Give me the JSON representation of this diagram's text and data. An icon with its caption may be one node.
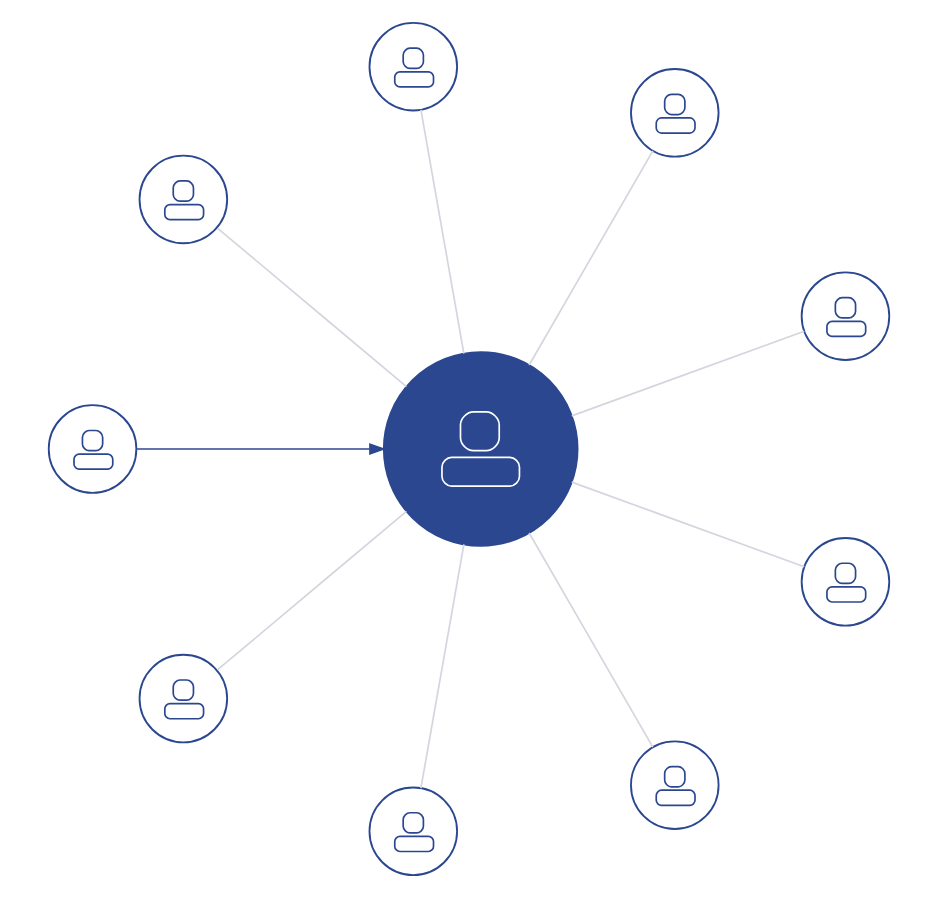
{
  "diagram": {
    "nodes": [
      {
        "text": [],
        "shape": "person"
      },
      {
        "text": [],
        "shape": "person"
      },
      {
        "text": [],
        "shape": "person"
      },
      {
        "text": [],
        "shape": "person"
      },
      {
        "text": [],
        "shape": "person"
      },
      {
        "text": [],
        "shape": "person"
      },
      {
        "text": [],
        "shape": "person"
      },
      {
        "text": [],
        "shape": "person"
      },
      {
        "text": [],
        "shape": "person"
      },
      {
        "text": [],
        "shape": "person"
      }
    ],
    "edges": [
      {
        "from": 0,
        "to": 1,
        "arrow": "to",
        "color": "#2b4790"
      },
      {
        "from": 1,
        "to": 2,
        "arrow": "none"
      },
      {
        "from": 1,
        "to": 3,
        "arrow": "none"
      },
      {
        "from": 1,
        "to": 4,
        "arrow": "none"
      },
      {
        "from": 1,
        "to": 5,
        "arrow": "none"
      },
      {
        "from": 1,
        "to": 6,
        "arrow": "none"
      },
      {
        "from": 1,
        "to": 7,
        "arrow": "none"
      },
      {
        "from": 1,
        "to": 8,
        "arrow": "none"
      },
      {
        "from": 1,
        "to": 9,
        "arrow": "none"
      }
    ]
  }
}
